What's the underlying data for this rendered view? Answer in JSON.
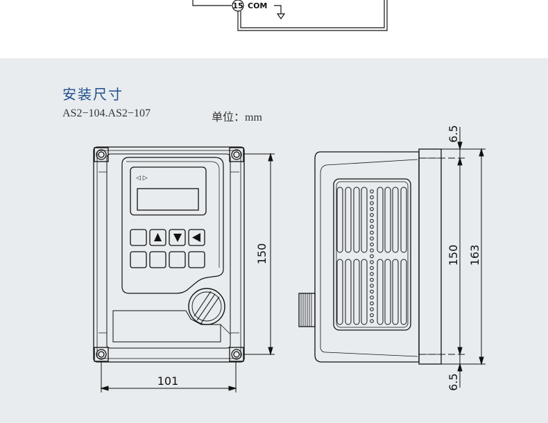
{
  "top_wiring": {
    "terminal_number": "15",
    "terminal_label": "COM"
  },
  "section": {
    "title": "安装尺寸",
    "model": "AS2−104.AS2−107",
    "unit": "单位：mm"
  },
  "dimensions": {
    "front_width": "101",
    "front_height": "150",
    "side_inner_height": "150",
    "side_total_height": "163",
    "margin_top": "6.5",
    "margin_bottom": "6.5"
  },
  "keypad": {
    "indicator_arrows": "◁ ▷",
    "key_up": "▲",
    "key_down": "▼",
    "key_left": "◀"
  },
  "colors": {
    "background_top": "#ffffff",
    "background_section": "#e8ecef",
    "title_color": "#1f4e8c",
    "line_color": "#111111"
  }
}
